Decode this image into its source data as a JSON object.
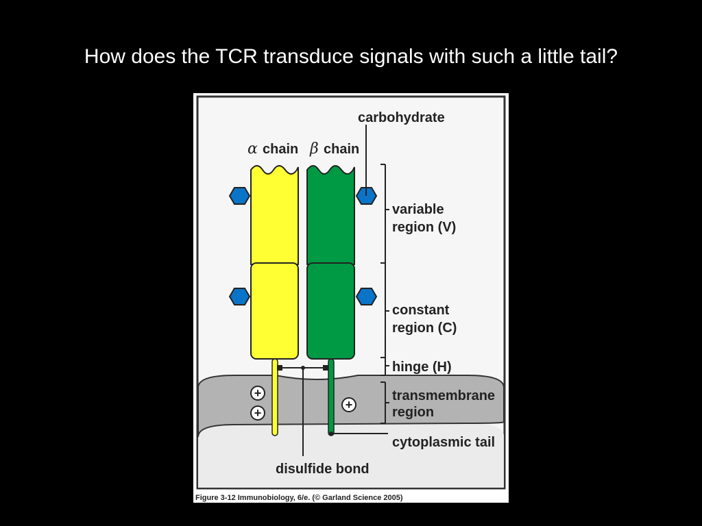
{
  "slide": {
    "title": "How does the TCR transduce signals with such a little tail?"
  },
  "figure": {
    "alpha_symbol": "α",
    "alpha_label": "chain",
    "beta_symbol": "β",
    "beta_label": "chain",
    "carbohydrate_label": "carbohydrate",
    "variable_line1": "variable",
    "variable_line2": "region (V)",
    "constant_line1": "constant",
    "constant_line2": "region (C)",
    "hinge_label": "hinge (H)",
    "transmembrane_line1": "transmembrane",
    "transmembrane_line2": "region",
    "cytoplasmic_label": "cytoplasmic tail",
    "disulfide_label": "disulfide bond",
    "plus_symbol": "+",
    "caption": "Figure 3-12  Immunobiology, 6/e. (© Garland Science 2005)",
    "colors": {
      "alpha_chain": "#ffff33",
      "beta_chain": "#009944",
      "carbohydrate": "#0a74c8",
      "membrane": "#b3b3b3",
      "cytoplasm": "#ebebeb",
      "extracellular": "#f6f6f6"
    }
  }
}
